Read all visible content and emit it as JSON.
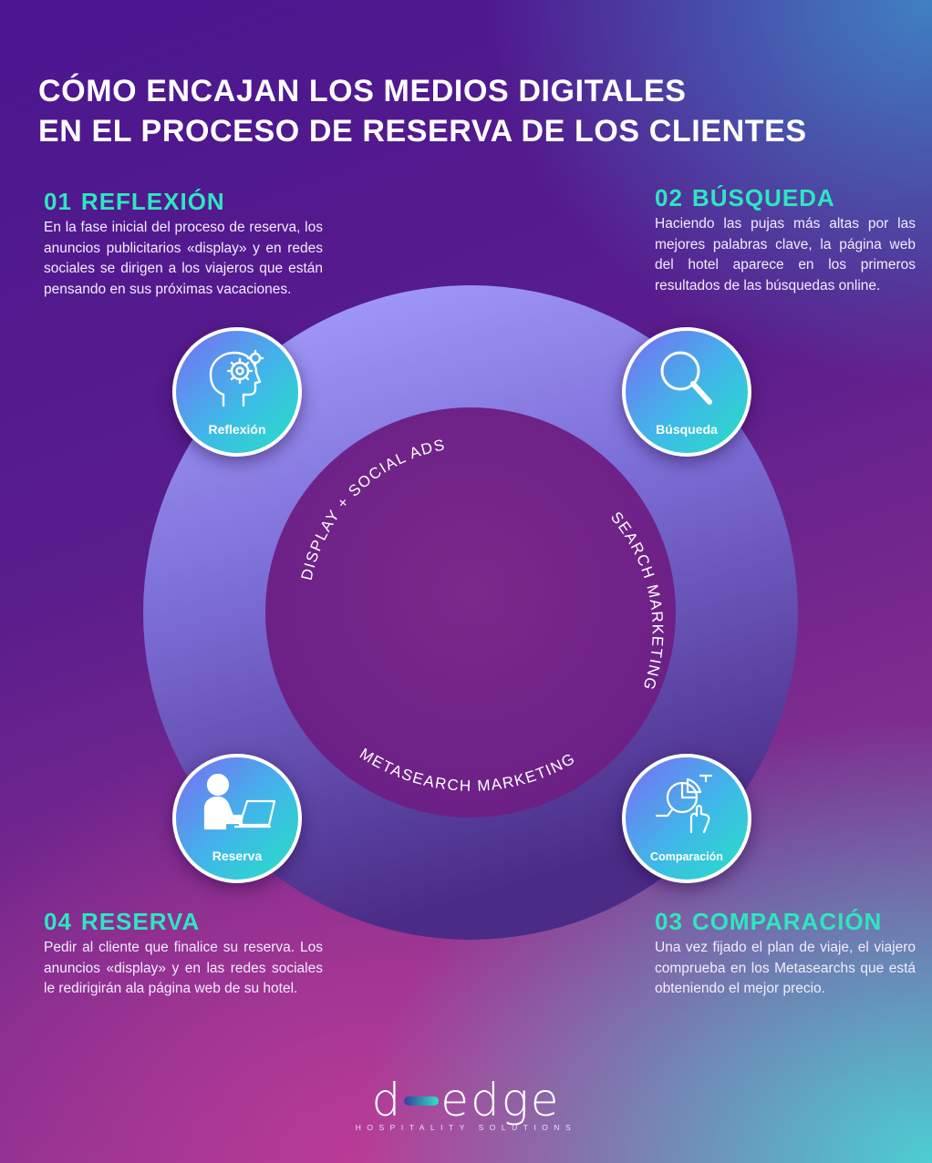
{
  "title": {
    "line1": "CÓMO ENCAJAN LOS MEDIOS DIGITALES",
    "line2": "EN EL PROCESO DE RESERVA DE LOS CLIENTES"
  },
  "colors": {
    "accent": "#2ee6c0",
    "text": "#ffffff"
  },
  "steps": [
    {
      "num": "01",
      "title": "REFLEXIÓN",
      "text": "En la fase inicial del proceso de reserva, los anuncios publicitarios «display» y en redes sociales se dirigen a los viajeros que están pensando en sus próximas vacaciones."
    },
    {
      "num": "02",
      "title": "BÚSQUEDA",
      "text": "Haciendo las pujas más altas por las mejores palabras clave, la página web del hotel aparece en los primeros resultados de las búsquedas online."
    },
    {
      "num": "03",
      "title": "COMPARACIÓN",
      "text": "Una vez fijado el plan de viaje, el viajero comprueba en los Metasearchs que está obteniendo el mejor precio."
    },
    {
      "num": "04",
      "title": "RESERVA",
      "text": "Pedir al cliente que finalice su reserva. Los anuncios «display» y en las redes sociales le redirigirán ala página web de su hotel."
    }
  ],
  "badges": [
    {
      "label": "Reflexión",
      "icon": "head-gears-icon"
    },
    {
      "label": "Búsqueda",
      "icon": "magnifier-icon"
    },
    {
      "label": "Comparación",
      "icon": "pie-chart-hand-icon"
    },
    {
      "label": "Reserva",
      "icon": "person-laptop-icon"
    }
  ],
  "ring_labels": {
    "display": "DISPLAY + SOCIAL ADS",
    "search": "SEARCH MARKETING",
    "metasearch": "METASEARCH MARKETING"
  },
  "logo": {
    "left": "d",
    "right": "edge",
    "sub": "HOSPITALITY SOLUTIONS"
  }
}
